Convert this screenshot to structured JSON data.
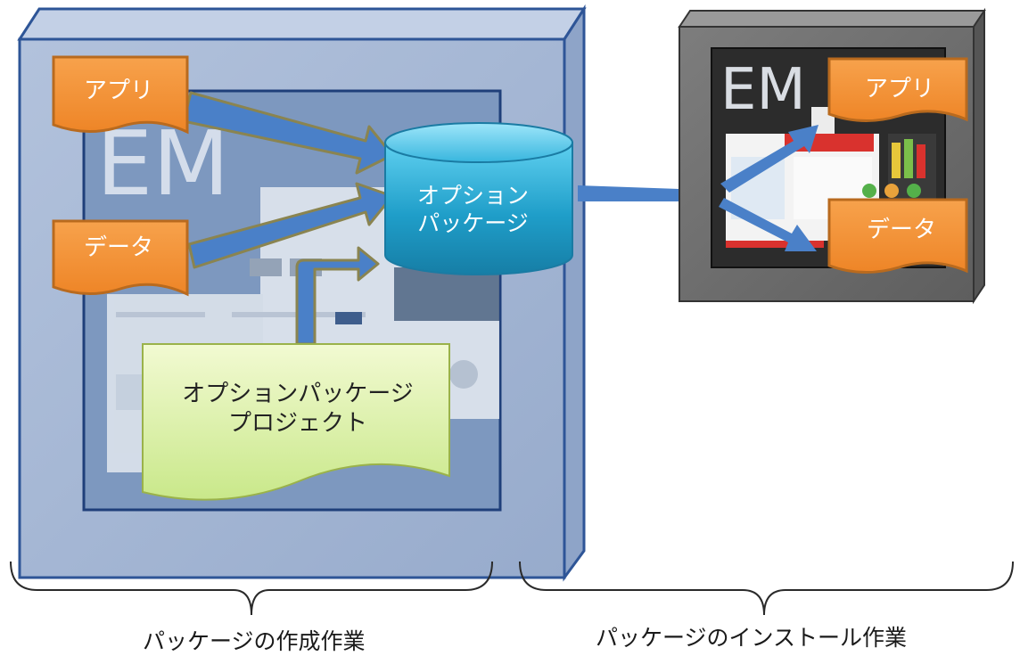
{
  "left_panel": {
    "logo": "EM",
    "items": [
      {
        "label": "アプリ"
      },
      {
        "label": "データ"
      }
    ],
    "project_note": {
      "line1": "オプションパッケージ",
      "line2": "プロジェクト"
    }
  },
  "package_cylinder": {
    "line1": "オプション",
    "line2": "パッケージ"
  },
  "right_device": {
    "logo": "EM",
    "items": [
      {
        "label": "アプリ"
      },
      {
        "label": "データ"
      }
    ]
  },
  "bottom_labels": {
    "create": "パッケージの作成作業",
    "install": "パッケージのインストール作業"
  },
  "colors": {
    "left_box": "#a6b7d3",
    "left_box_border": "#2e5597",
    "screen": "#7895bd",
    "orange": "#f39236",
    "orange_border": "#b96a1e",
    "arrow_blue": "#4a80c8",
    "arrow_outline": "#8a8450",
    "cylinder": "#2aa3cf",
    "note": "#e7f4b6",
    "device": "#6f6f6f"
  }
}
